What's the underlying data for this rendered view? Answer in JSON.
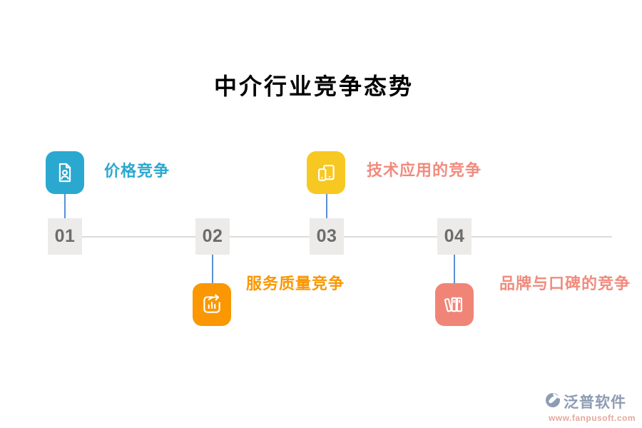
{
  "title": "中介行业竞争态势",
  "timeline": {
    "line_color": "#dcdcdc",
    "connector_color": "#5b8fd4",
    "items": [
      {
        "number": "01",
        "label": "价格竞争",
        "accent": "#2ba8cf",
        "label_color": "#2ba8cf",
        "icon": "person-document-icon",
        "position": "above"
      },
      {
        "number": "02",
        "label": "服务质量竞争",
        "accent": "#fa9703",
        "label_color": "#fa9703",
        "icon": "bar-chart-arrow-icon",
        "position": "below"
      },
      {
        "number": "03",
        "label": "技术应用的竞争",
        "accent": "#f8c822",
        "label_color": "#f08b7e",
        "icon": "mobile-devices-icon",
        "position": "above"
      },
      {
        "number": "04",
        "label": "品牌与口碑的竞争",
        "accent": "#f08577",
        "label_color": "#f08b7e",
        "icon": "books-icon",
        "position": "below"
      }
    ]
  },
  "watermark": {
    "brand": "泛普软件",
    "url": "www.fanpusoft.com",
    "brand_color": "#8d9cb3",
    "url_color": "#e5a89c"
  }
}
